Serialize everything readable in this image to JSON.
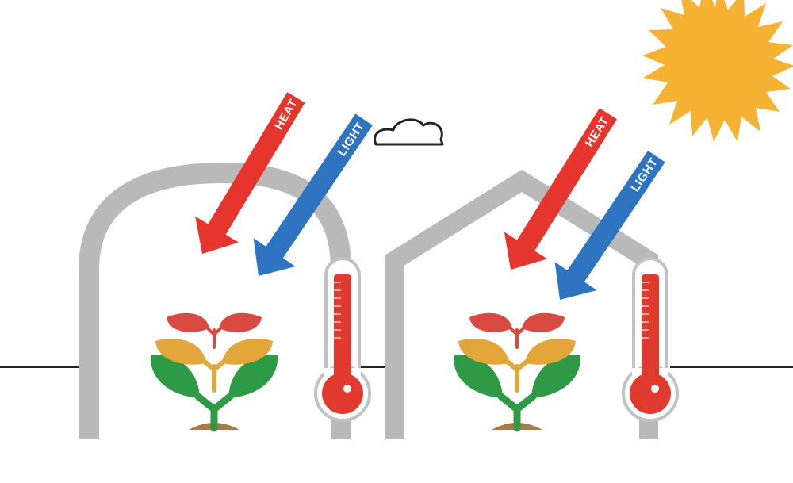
{
  "labels": {
    "left_heat": "HEAT",
    "left_light": "LIGHT",
    "right_heat": "HEAT",
    "right_light": "LIGHT"
  },
  "colors": {
    "heat": "#e5352c",
    "light": "#2f74c0",
    "sun": "#f6b233",
    "greenhouse_frame": "#b9b9b9",
    "leaf_red": "#d84a42",
    "leaf_yellow": "#e3a63a",
    "leaf_green": "#2e9a46",
    "soil": "#a87a4a",
    "ground_line": "#222222"
  },
  "icons": [
    "sun-icon",
    "cloud-icon",
    "thermometer-icon",
    "plant-icon",
    "greenhouse-icon"
  ]
}
